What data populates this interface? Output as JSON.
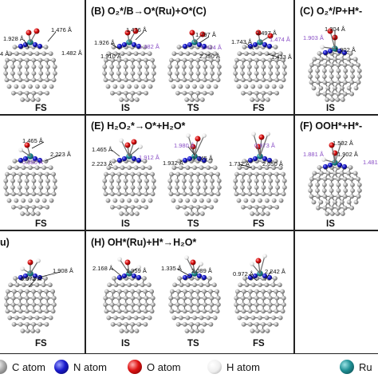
{
  "panels": {
    "a": {
      "stage": "FS"
    },
    "b": {
      "title": "(B) O₂*/B→O*(Ru)+O*(C)",
      "stages": [
        "IS",
        "TS",
        "FS"
      ]
    },
    "c": {
      "title": "(C) O₂*/P+H*-",
      "stage": "IS"
    },
    "d": {
      "stage": "FS"
    },
    "e": {
      "title": "(E) H₂O₂*→O*+H₂O*",
      "stages": [
        "IS",
        "TS",
        "FS"
      ]
    },
    "f": {
      "title": "(F) OOH*+H*-",
      "stage": "IS"
    },
    "g": {
      "title": "u)",
      "stage": "FS"
    },
    "h": {
      "title": "(H) OH*(Ru)+H*→H₂O*",
      "stages": [
        "IS",
        "TS",
        "FS"
      ]
    }
  },
  "distances": {
    "a": [
      "1.928 Å",
      "1.476 Å",
      "1.482 Å",
      "4 Å"
    ],
    "b_is": [
      "1.926 Å",
      "1.476 Å",
      "1.482 Å",
      "1.910 Å"
    ],
    "b_ts": [
      "1.797 Å",
      "1.424 Å",
      "2.390 Å"
    ],
    "b_fs": [
      "1.743 Å",
      "3.497 Å",
      "1.474 Å",
      "1.433 Å"
    ],
    "c": [
      "1.304 Å",
      "1.903 Å",
      "1.902 Å"
    ],
    "d": [
      "1.465 Å",
      "2.223 Å",
      "0.980 Å"
    ],
    "e_is": [
      "1.465 Å",
      "2.223 Å",
      "1.912 Å"
    ],
    "e_ts": [
      "1.980 Å",
      "1.932 Å",
      "1.745 Å"
    ],
    "e_fs": [
      "0.973 Å",
      "1.732 Å",
      "2.050 Å"
    ],
    "f": [
      "1.502 Å",
      "1.881 Å",
      "1.902 Å",
      "1.481"
    ],
    "g": [
      "0.972 Å",
      "1.908 Å"
    ],
    "h_is": [
      "2.168 Å",
      "1.959 Å"
    ],
    "h_ts": [
      "1.335 Å",
      "2.089 Å"
    ],
    "h_fs": [
      "0.972 Å",
      "2.242 Å"
    ]
  },
  "legend": [
    {
      "label": "C atom",
      "color": "#9a9a9a"
    },
    {
      "label": "N atom",
      "color": "#1a1acc"
    },
    {
      "label": "O atom",
      "color": "#dd1111"
    },
    {
      "label": "H atom",
      "color": "#e8e8e8"
    },
    {
      "label": "Ru",
      "color": "#1f8f94"
    }
  ],
  "colors": {
    "carbon": "#9a9a9a",
    "nitrogen": "#1a1acc",
    "oxygen": "#dd1111",
    "hydrogen": "#f2f2f2",
    "ruthenium": "#1f8f94",
    "annotation_purple": "#8a4fc6",
    "border": "#222222"
  }
}
